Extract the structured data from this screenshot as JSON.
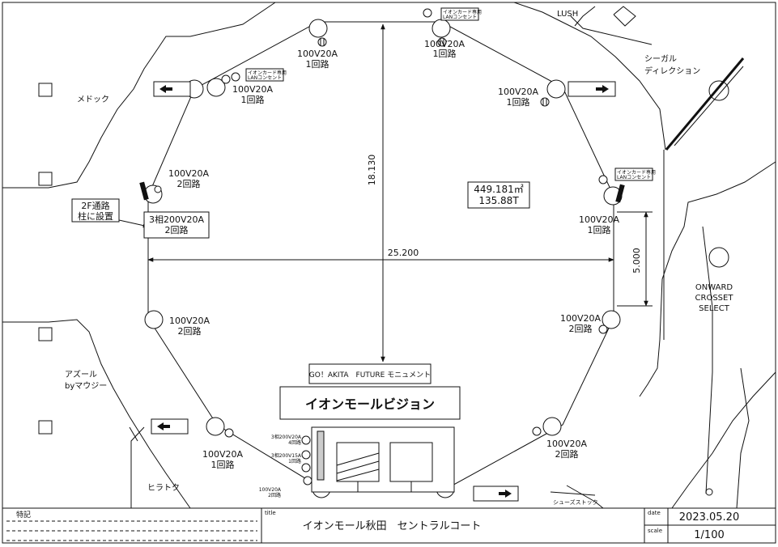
{
  "drawing": {
    "dimensions": {
      "vertical": "18.130",
      "horizontal": "25.200",
      "side": "5.000"
    },
    "area": {
      "sqm": "449.181㎡",
      "tsubo": "135.88T"
    },
    "note_pillar": [
      "2F通路",
      "柱に設置"
    ],
    "three_phase_box": [
      "3相200V20A",
      "2回路"
    ],
    "outlets": {
      "top_center": [
        "100V20A",
        "1回路"
      ],
      "top_left": [
        "100V20A",
        "1回路"
      ],
      "top_right_top": [
        "100V20A",
        "1回路"
      ],
      "top_right": [
        "100V20A",
        "1回路"
      ],
      "left_upper": [
        "100V20A",
        "2回路"
      ],
      "right_upper": [
        "100V20A",
        "1回路"
      ],
      "left_lower": [
        "100V20A",
        "2回路"
      ],
      "right_lower": [
        "100V20A",
        "2回路"
      ],
      "bottom_left": [
        "100V20A",
        "1回路"
      ],
      "bottom_right": [
        "100V20A",
        "2回路"
      ]
    },
    "lan_label": [
      "イオンカード専用",
      "LANコンセント"
    ],
    "stage_small": {
      "a": [
        "3相200V20A",
        "4回路"
      ],
      "b": [
        "3相200V15A",
        "1回路"
      ],
      "c": [
        "100V20A",
        "2回路"
      ]
    },
    "monument": "GO！AKITA　FUTURE モニュメント",
    "vision": "イオンモールビジョン",
    "shops": {
      "lush": "LUSH",
      "medoc": "メドック",
      "seagull": [
        "シーガル",
        "ディレクション"
      ],
      "onward": [
        "ONWARD",
        "CROSSET",
        "SELECT"
      ],
      "azul": [
        "アズール",
        "byマウジー"
      ],
      "hiratoku": "ヒラトク",
      "shoes": "シューズストック"
    }
  },
  "title_block": {
    "tokki_label": "特記",
    "title_label": "title",
    "title": "イオンモール秋田　セントラルコート",
    "date_label": "date",
    "date": "2023.05.20",
    "scale_label": "scale",
    "scale": "1/100"
  }
}
